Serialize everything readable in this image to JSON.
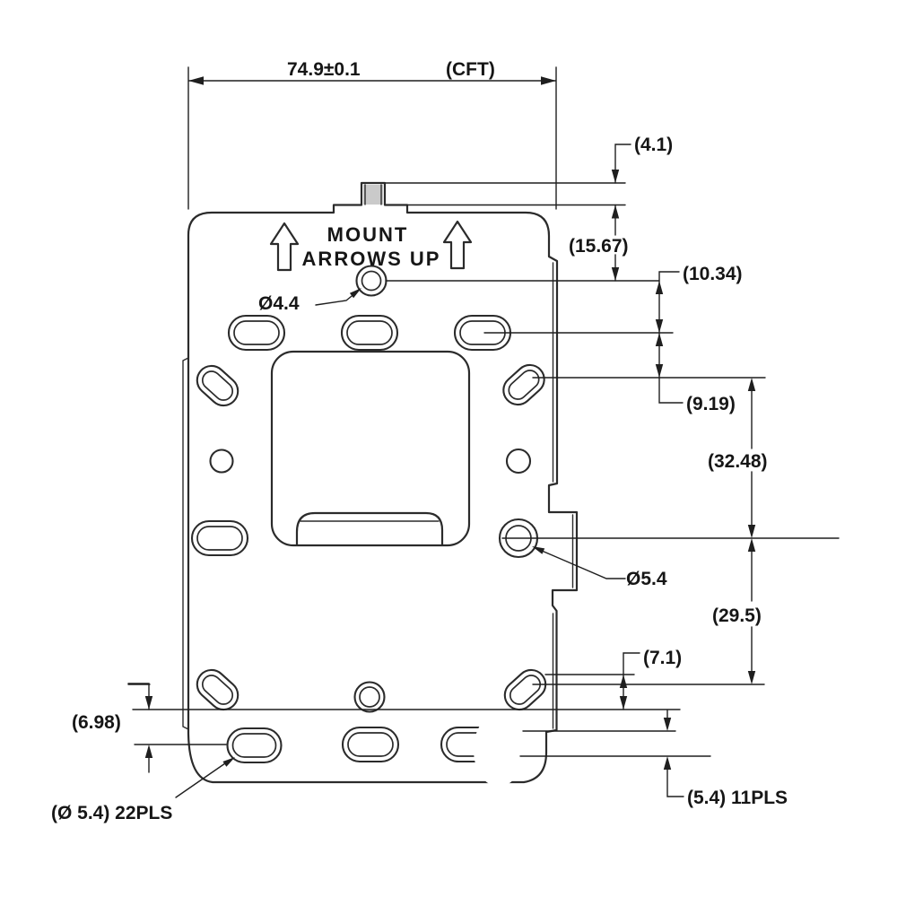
{
  "drawing": {
    "type": "engineering-dimension-drawing",
    "subject": "thermostat wall-mount bracket plate",
    "background_color": "#ffffff",
    "line_color": "#2b2b2b",
    "text_color": "#161616",
    "note": {
      "line1": "MOUNT",
      "line2": "ARROWS UP"
    },
    "labels": {
      "overall_width": "74.9±0.1",
      "overall_width_note": "(CFT)",
      "tab_height": "(4.1)",
      "top_offset": "(15.67)",
      "hole_to_slot": "(10.34)",
      "slot_spacing": "(9.19)",
      "mid_span": "(32.48)",
      "lower_span": "(29.5)",
      "right_offset": "(7.1)",
      "left_offset": "(6.98)",
      "slot_size_note": "(5.4) 11PLS",
      "top_hole_dia": "Ø4.4",
      "mid_hole_dia": "Ø5.4",
      "slot_dia_note": "(Ø 5.4) 22PLS"
    }
  }
}
